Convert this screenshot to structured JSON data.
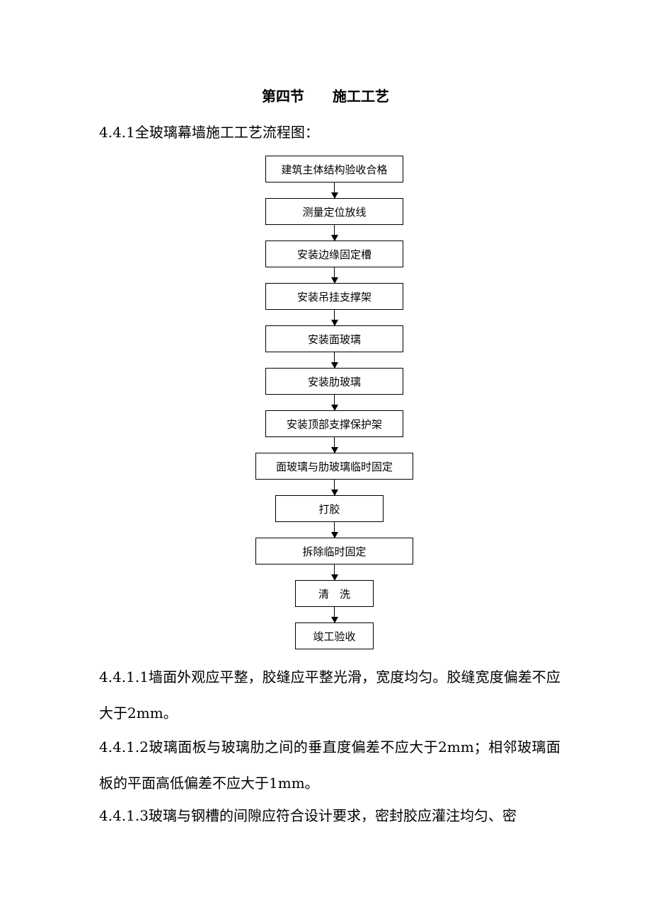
{
  "document": {
    "title": "第四节　　施工工艺",
    "flow_heading": "4.4.1全玻璃幕墙施工工艺流程图：",
    "flow_steps": [
      "建筑主体结构验收合格",
      "测量定位放线",
      "安装边缘固定槽",
      "安装吊挂支撑架",
      "安装面玻璃",
      "安装肋玻璃",
      "安装顶部支撑保护架",
      "面玻璃与肋玻璃临时固定",
      "打胶",
      "拆除临时固定",
      "清　洗",
      "竣工验收"
    ],
    "paragraphs": [
      "4.4.1.1墙面外观应平整，胶缝应平整光滑，宽度均匀。胶缝宽度偏差不应大于2mm。",
      "4.4.1.2玻璃面板与玻璃肋之间的垂直度偏差不应大于2mm；相邻玻璃面板的平面高低偏差不应大于1mm。",
      "4.4.1.3玻璃与钢槽的间隙应符合设计要求，密封胶应灌注均匀、密"
    ]
  }
}
